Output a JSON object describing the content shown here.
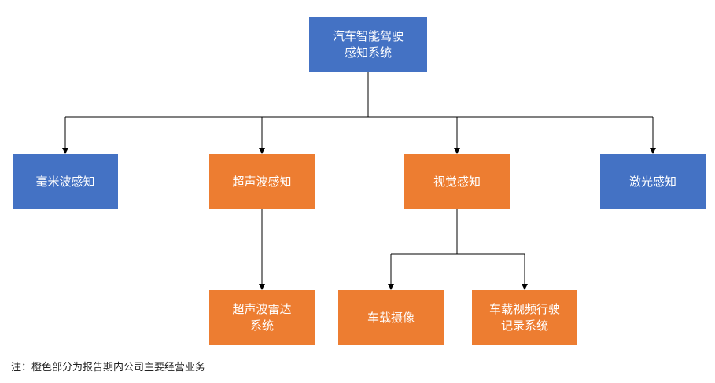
{
  "colors": {
    "blue": "#4472C4",
    "orange": "#ED7D31",
    "line": "#000000"
  },
  "nodes": {
    "root": {
      "label": "汽车智能驾驶\n感知系统",
      "color": "blue"
    },
    "mmwave": {
      "label": "毫米波感知",
      "color": "blue"
    },
    "ultrasonic": {
      "label": "超声波感知",
      "color": "orange"
    },
    "vision": {
      "label": "视觉感知",
      "color": "orange"
    },
    "lidar": {
      "label": "激光感知",
      "color": "blue"
    },
    "ultrasonic_radar": {
      "label": "超声波雷达\n系统",
      "color": "orange"
    },
    "camera": {
      "label": "车载摄像",
      "color": "orange"
    },
    "dashcam": {
      "label": "车载视频行驶\n记录系统",
      "color": "orange"
    }
  },
  "edges": [
    [
      "root",
      "mmwave"
    ],
    [
      "root",
      "ultrasonic"
    ],
    [
      "root",
      "vision"
    ],
    [
      "root",
      "lidar"
    ],
    [
      "ultrasonic",
      "ultrasonic_radar"
    ],
    [
      "vision",
      "camera"
    ],
    [
      "vision",
      "dashcam"
    ]
  ],
  "note": "注：橙色部分为报告期内公司主要经营业务"
}
